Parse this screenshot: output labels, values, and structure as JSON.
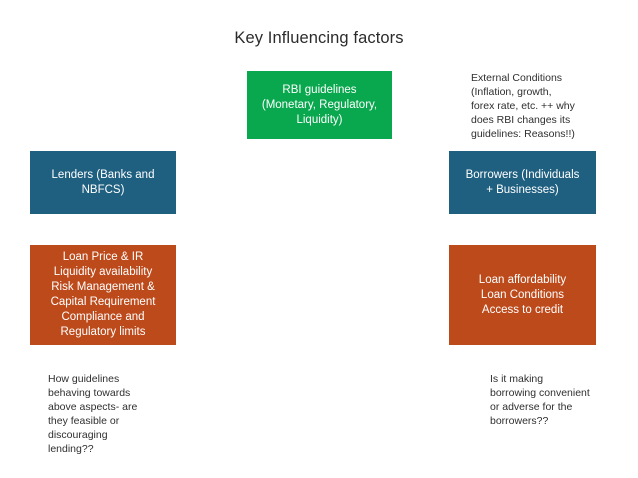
{
  "slide": {
    "title": "Key Influencing factors",
    "background_color": "#ffffff"
  },
  "colors": {
    "green": "#09a84e",
    "blue": "#1f5f80",
    "orange": "#bd4a1b",
    "title_text": "#2b2b2b",
    "note_text": "#2f2f2f",
    "box_text": "#ffffff"
  },
  "boxes": {
    "rbi_guidelines": {
      "text": "RBI  guidelines\n(Monetary, Regulatory,\nLiquidity)",
      "color": "#09a84e"
    },
    "lenders": {
      "text": "Lenders (Banks and\nNBFCS)",
      "color": "#1f5f80"
    },
    "borrowers": {
      "text": "Borrowers (Individuals\n+ Businesses)",
      "color": "#1f5f80"
    },
    "lender_factors": {
      "text": "Loan Price & IR\nLiquidity availability\nRisk Management &\nCapital Requirement\nCompliance and\nRegulatory limits",
      "color": "#bd4a1b"
    },
    "borrower_factors": {
      "text": "Loan affordability\nLoan Conditions\nAccess to credit",
      "color": "#bd4a1b"
    }
  },
  "notes": {
    "external_conditions": "External Conditions\n(Inflation, growth,\nforex rate, etc. ++ why\ndoes RBI changes its\nguidelines: Reasons!!)",
    "lender_question": "How guidelines\nbehaving towards\nabove aspects- are\nthey feasible or\ndiscouraging\nlending??",
    "borrower_question": "Is it making\nborrowing convenient\nor adverse for the\nborrowers??"
  }
}
